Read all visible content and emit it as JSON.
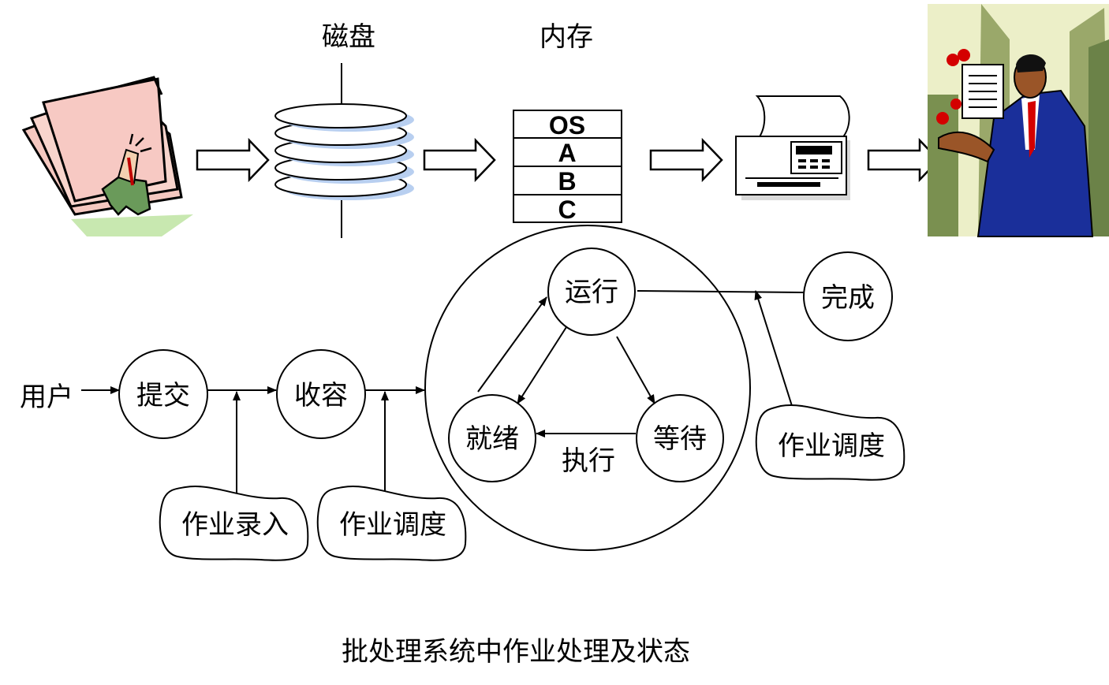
{
  "pipeline": {
    "disk_label": "磁盘",
    "memory_label": "内存",
    "memory_slots": [
      "OS",
      "A",
      "B",
      "C"
    ]
  },
  "states": {
    "user": "用户",
    "submit": "提交",
    "accept": "收容",
    "running": "运行",
    "ready": "就绪",
    "waiting": "等待",
    "complete": "完成",
    "execute": "执行"
  },
  "callouts": {
    "job_entry": "作业录入",
    "job_schedule_1": "作业调度",
    "job_schedule_2": "作业调度"
  },
  "caption": "批处理系统中作业处理及状态"
}
